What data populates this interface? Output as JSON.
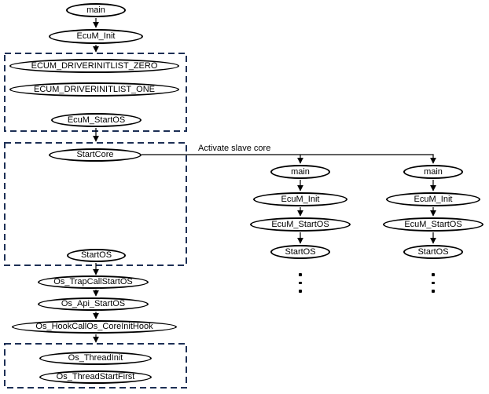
{
  "edge_label": "Activate slave core",
  "colors": {
    "node_border": "#000000",
    "group_border": "#1c2f55",
    "connector": "#000000",
    "background": "#ffffff",
    "text": "#000000"
  },
  "master_flow": {
    "main": "main",
    "ecum_init": "EcuM_Init",
    "group_driver_init": {
      "driverinitlist_zero": "ECUM_DRIVERINITLIST_ZERO",
      "driverinitlist_one": "ECUM_DRIVERINITLIST_ONE",
      "ecum_startos": "EcuM_StartOS"
    },
    "group_start": {
      "startcore": "StartCore",
      "startos": "StartOS"
    },
    "os_trapcallstartos": "Os_TrapCallStartOS",
    "os_api_startos": "Os_Api_StartOS",
    "os_hookcallos_coreinithook": "Os_HookCallOs_CoreInitHook",
    "group_thread": {
      "os_threadinit": "Os_ThreadInit",
      "os_threadstartfirst": "Os_ThreadStartFirst"
    }
  },
  "slave_core_flow": {
    "main": "main",
    "ecum_init": "EcuM_Init",
    "ecum_startos": "EcuM_StartOS",
    "startos": "StartOS",
    "continuation_icon": "vertical-ellipsis"
  }
}
